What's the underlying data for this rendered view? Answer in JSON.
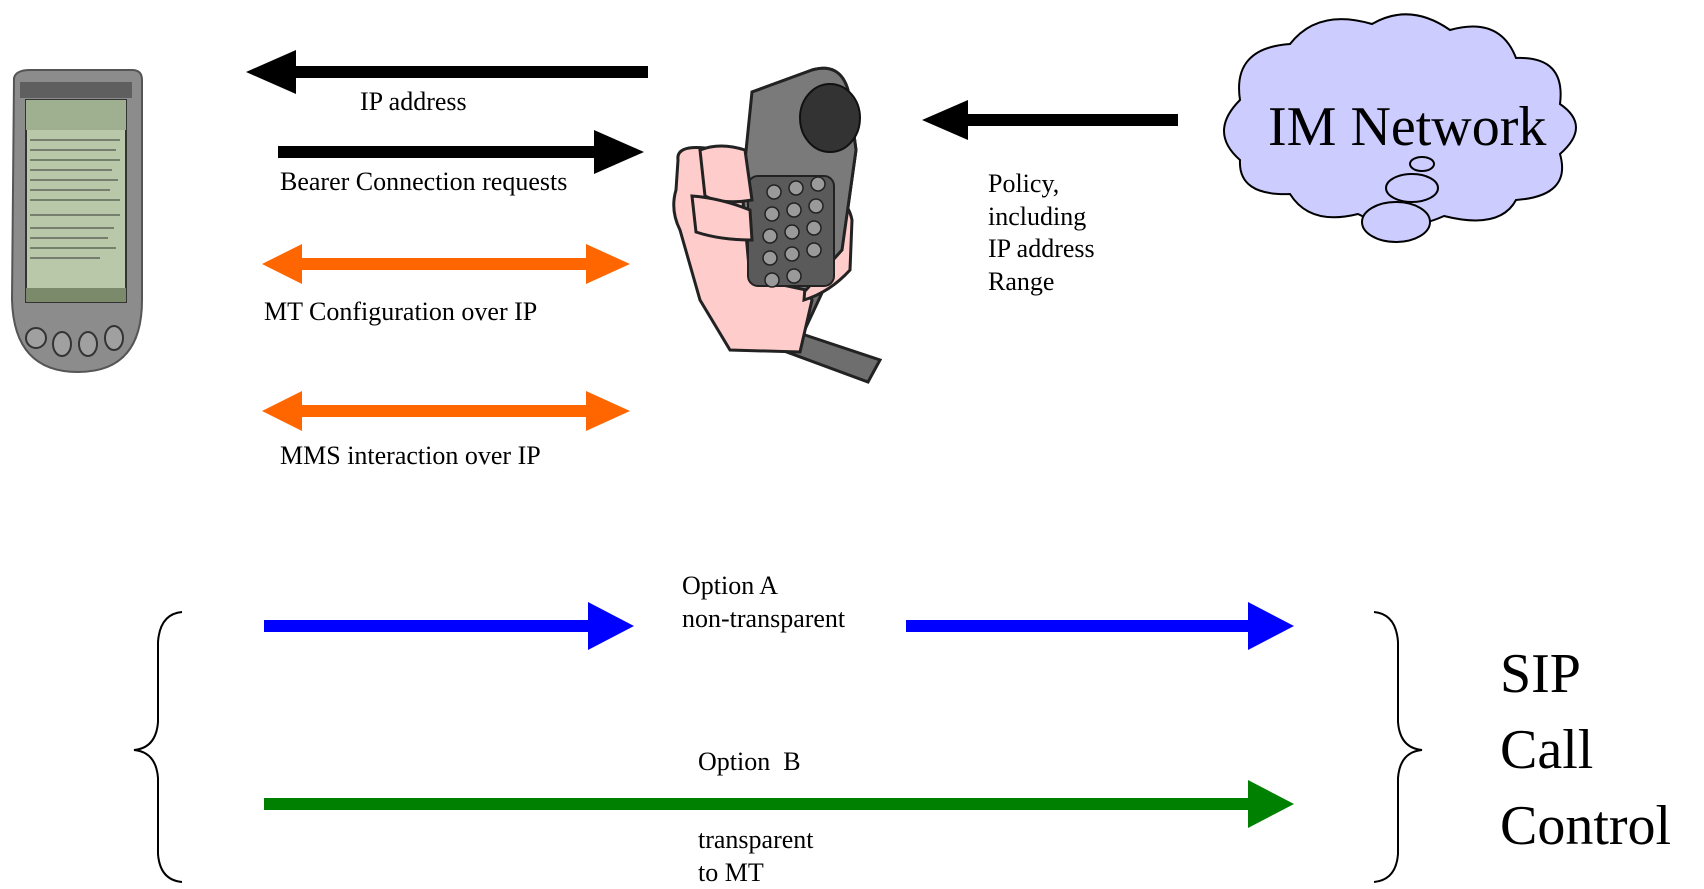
{
  "labels": {
    "ip_address": "IP address",
    "bearer_requests": "Bearer Connection requests",
    "mt_config": "MT Configuration over IP",
    "mms_interaction": "MMS interaction over IP",
    "policy": [
      "Policy,",
      "including",
      "IP address",
      "Range"
    ],
    "im_network": "IM Network",
    "option_a": [
      "Option A",
      "non-transparent"
    ],
    "option_b": "Option  B",
    "option_b_note": [
      "transparent",
      "to MT"
    ],
    "sip": [
      "SIP",
      "Call",
      "Control"
    ]
  },
  "icons": {
    "pda": "pda-device-icon",
    "phone": "handheld-mobile-phone-icon",
    "network": "cloud-icon"
  },
  "colors": {
    "black_arrow": "#000000",
    "orange_arrow": "#ff6600",
    "blue_arrow": "#0000ff",
    "green_arrow": "#008000",
    "cloud_fill": "#ccccff",
    "skin": "#ffcccc",
    "phone_body": "#777777"
  }
}
